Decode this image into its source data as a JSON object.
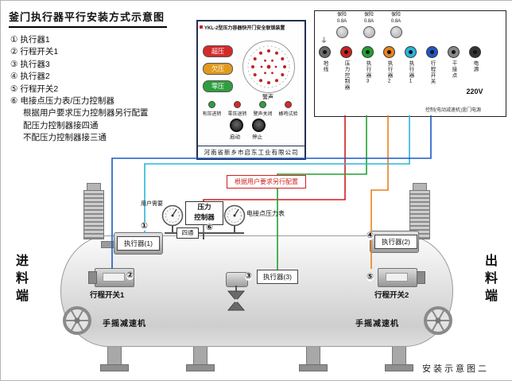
{
  "title": "釜门执行器平行安装方式示意图",
  "footer": "安装示意图二",
  "legend": {
    "items": [
      {
        "num": "①",
        "text": "执行器1"
      },
      {
        "num": "②",
        "text": "行程开关1"
      },
      {
        "num": "③",
        "text": "执行器3"
      },
      {
        "num": "④",
        "text": "执行器2"
      },
      {
        "num": "⑤",
        "text": "行程开关2"
      },
      {
        "num": "⑥",
        "text": "电接点压力表/压力控制器"
      }
    ],
    "notes": [
      "根据用户要求压力控制器另行配置",
      "配压力控制器接四通",
      "不配压力控制器接三通"
    ]
  },
  "control_panel": {
    "title": "YKL-2型压力容器快开门安全联锁装置",
    "lamps": [
      {
        "label": "超压",
        "color": "#d42a2a"
      },
      {
        "label": "欠压",
        "color": "#e09a20"
      },
      {
        "label": "零压",
        "color": "#2f9e3f"
      }
    ],
    "dial_label": "警声",
    "switches": [
      {
        "label": "有压进转",
        "color": "#2f9e3f"
      },
      {
        "label": "零压退转",
        "color": "#d42a2a"
      },
      {
        "label": "警声关闭",
        "color": "#2f9e3f"
      },
      {
        "label": "蜂鸣试验",
        "color": "#d42a2a"
      }
    ],
    "buttons": [
      {
        "label": "启动"
      },
      {
        "label": "停止"
      }
    ],
    "company": "河南省新乡市启东工业有限公司"
  },
  "terminal_panel": {
    "fuses": {
      "label": "保险",
      "rating": "0.8A"
    },
    "terminals": [
      {
        "label": "地线",
        "color": "#6a6a6a"
      },
      {
        "label": "压力控制器",
        "color": "#cf1f1f"
      },
      {
        "label": "执行器3",
        "color": "#1fa32e"
      },
      {
        "label": "执行器2",
        "color": "#e7821e"
      },
      {
        "label": "执行器1",
        "color": "#2bb5da"
      },
      {
        "label": "行程开关",
        "color": "#1a58c8"
      },
      {
        "label": "干接点",
        "color": "#888888"
      },
      {
        "label": "电源",
        "color": "#333333"
      }
    ],
    "voltage": "220V",
    "note": "控制(电动减速机)釜门电源"
  },
  "wires": {
    "red": "#cf1f1f",
    "green": "#1fa32e",
    "orange": "#e7821e",
    "cyan": "#2bb5da",
    "blue": "#1a58c8"
  },
  "diagram": {
    "note_box": "根据用户要求另行配置",
    "pressure_controller_line1": "压力",
    "pressure_controller_line2": "控制器",
    "user_note": "用户需要",
    "gauge_label": "电接点压力表",
    "cross_label": "四通",
    "callouts": {
      "c1": {
        "num": "①",
        "label": "执行器(1)"
      },
      "c2": {
        "num": "②",
        "label": "行程开关1"
      },
      "c3": {
        "num": "③",
        "label": "执行器(3)"
      },
      "c4": {
        "num": "④",
        "label": "执行器(2)"
      },
      "c5": {
        "num": "⑤",
        "label": "行程开关2"
      },
      "c6": {
        "num": "⑥"
      }
    },
    "reducer_left": "手摇减速机",
    "reducer_right": "手摇减速机",
    "feed_end": "进料端",
    "discharge_end": "出料端"
  }
}
